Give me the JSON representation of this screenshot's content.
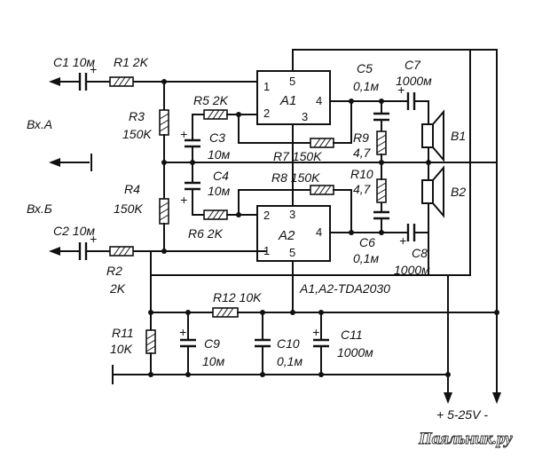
{
  "labels": {
    "c1": "C1 10м",
    "r1": "R1 2K",
    "vx_a": "Вх.А",
    "r3": "R3",
    "r3v": "150K",
    "r5": "R5 2K",
    "c3": "C3",
    "c3v": "10м",
    "c4": "C4",
    "c4v": "10м",
    "r4": "R4",
    "r4v": "150K",
    "vx_b": "Вх.Б",
    "c2": "C2 10м",
    "r2": "R2",
    "r2v": "2K",
    "r6": "R6 2K",
    "a1": "A1",
    "a2": "A2",
    "c5": "C5",
    "c5v": "0,1м",
    "c7": "C7",
    "c7v": "1000м",
    "r9": "R9",
    "r9v": "4,7",
    "b1": "B1",
    "r7": "R7 150K",
    "r8": "R8 150K",
    "r10": "R10",
    "r10v": "4,7",
    "b2": "B2",
    "c6": "C6",
    "c6v": "0,1м",
    "c8": "C8",
    "c8v": "1000м",
    "chips": "A1,A2-TDA2030",
    "r12": "R12 10K",
    "r11": "R11",
    "r11v": "10K",
    "c9": "C9",
    "c9v": "10м",
    "c10": "C10",
    "c10v": "0,1м",
    "c11": "C11",
    "c11v": "1000м",
    "supply": "+ 5-25V -",
    "plus": "+"
  },
  "pins": {
    "a1_p1": "1",
    "a1_p2": "2",
    "a1_p3": "3",
    "a1_p4": "4",
    "a1_p5": "5",
    "a2_p1": "1",
    "a2_p2": "2",
    "a2_p3": "3",
    "a2_p4": "4",
    "a2_p5": "5"
  },
  "watermark": "Паяльник.ру"
}
